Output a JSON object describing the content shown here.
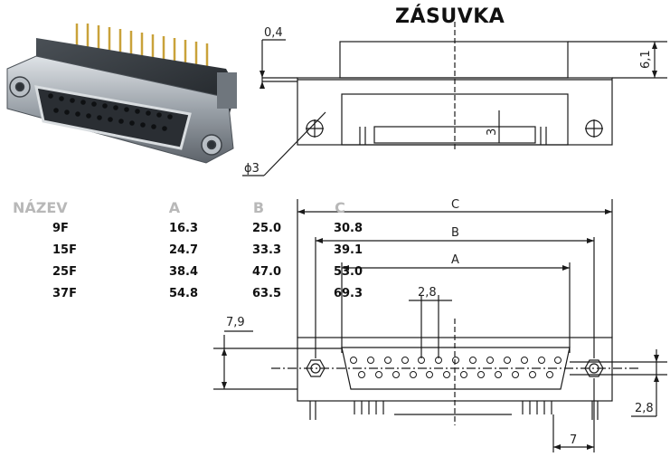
{
  "title": "ZÁSUVKA",
  "table": {
    "headers": [
      "NÁZEV",
      "A",
      "B",
      "C"
    ],
    "rows": [
      [
        "9F",
        "16.3",
        "25.0",
        "30.8"
      ],
      [
        "15F",
        "24.7",
        "33.3",
        "39.1"
      ],
      [
        "25F",
        "38.4",
        "47.0",
        "53.0"
      ],
      [
        "37F",
        "54.8",
        "63.5",
        "69.3"
      ]
    ]
  },
  "labels": {
    "thickness": "0,4",
    "height": "6,1",
    "slot": "3",
    "hole": "ϕ3",
    "dim_c": "C",
    "dim_b": "B",
    "dim_a": "A",
    "pitch": "2,8",
    "row_offset": "7,9",
    "pin_row": "2,8",
    "pin_offset": "7"
  },
  "colors": {
    "line": "#1a1a1a",
    "header_grey": "#b8b8b8",
    "metal": "#8a8f96",
    "body": "#2e3338"
  }
}
